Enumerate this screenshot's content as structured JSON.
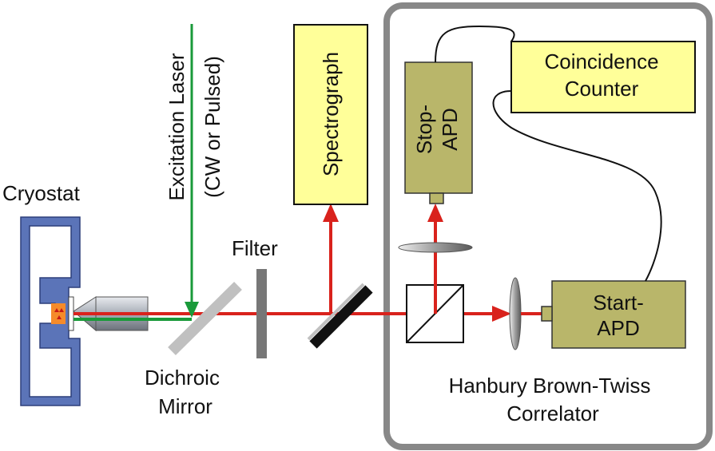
{
  "labels": {
    "cryostat": "Cryostat",
    "excitation_line1": "Excitation Laser",
    "excitation_line2": "(CW or Pulsed)",
    "filter": "Filter",
    "spectrograph": "Spectrograph",
    "dichroic_line1": "Dichroic",
    "dichroic_line2": "Mirror",
    "stop_apd_line1": "Stop-",
    "stop_apd_line2": "APD",
    "coincidence_line1": "Coincidence",
    "coincidence_line2": "Counter",
    "start_apd_line1": "Start-",
    "start_apd_line2": "APD",
    "hbt_line1": "Hanbury Brown-Twiss",
    "hbt_line2": "Correlator"
  },
  "colors": {
    "laser_green": "#1a9a3a",
    "emission_red": "#d9221c",
    "cryostat_blue": "#5b74b8",
    "box_yellow": "#ffff99",
    "apd_olive": "#b9b66a",
    "hbt_border": "#888888"
  }
}
